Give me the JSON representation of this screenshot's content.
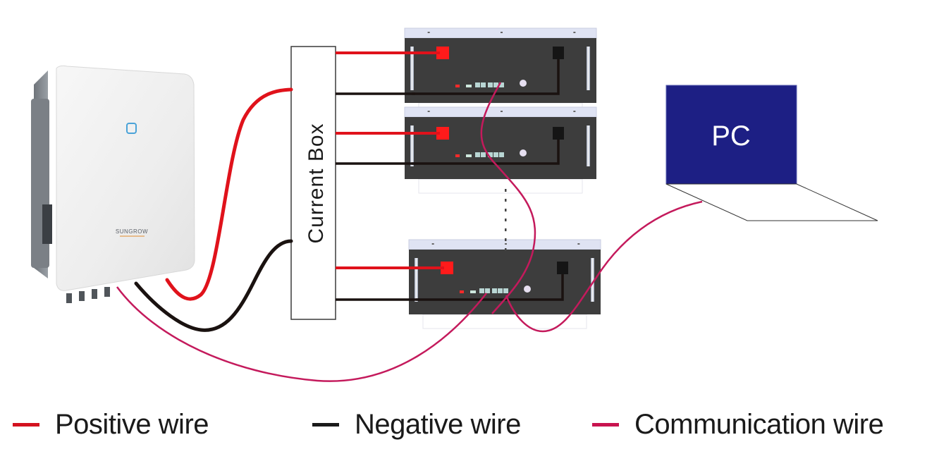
{
  "diagram": {
    "inverter": {
      "brand_label": "SUNGROW",
      "indicator_icon": "led-indicator-icon",
      "connectors_count": 4
    },
    "current_box": {
      "label": "Current Box"
    },
    "battery_modules": [
      {
        "id": "battery-module-1",
        "positive_terminal": "red",
        "negative_terminal": "black"
      },
      {
        "id": "battery-module-2",
        "positive_terminal": "red",
        "negative_terminal": "black"
      },
      {
        "id": "battery-module-n",
        "positive_terminal": "red",
        "negative_terminal": "black"
      }
    ],
    "ellipsis": "⋮",
    "pc": {
      "label": "PC"
    },
    "colors": {
      "positive": "#e0121b",
      "negative": "#1a1210",
      "communication": "#c41a5c",
      "pc_screen": "#1d1f84",
      "battery_body": "#3d3d3d",
      "battery_top": "#dfe3f3"
    }
  },
  "legend": {
    "items": [
      {
        "label": "Positive wire",
        "color": "#d3121f"
      },
      {
        "label": "Negative wire",
        "color": "#1a1a1a"
      },
      {
        "label": "Communication wire",
        "color": "#c8134f"
      }
    ]
  }
}
